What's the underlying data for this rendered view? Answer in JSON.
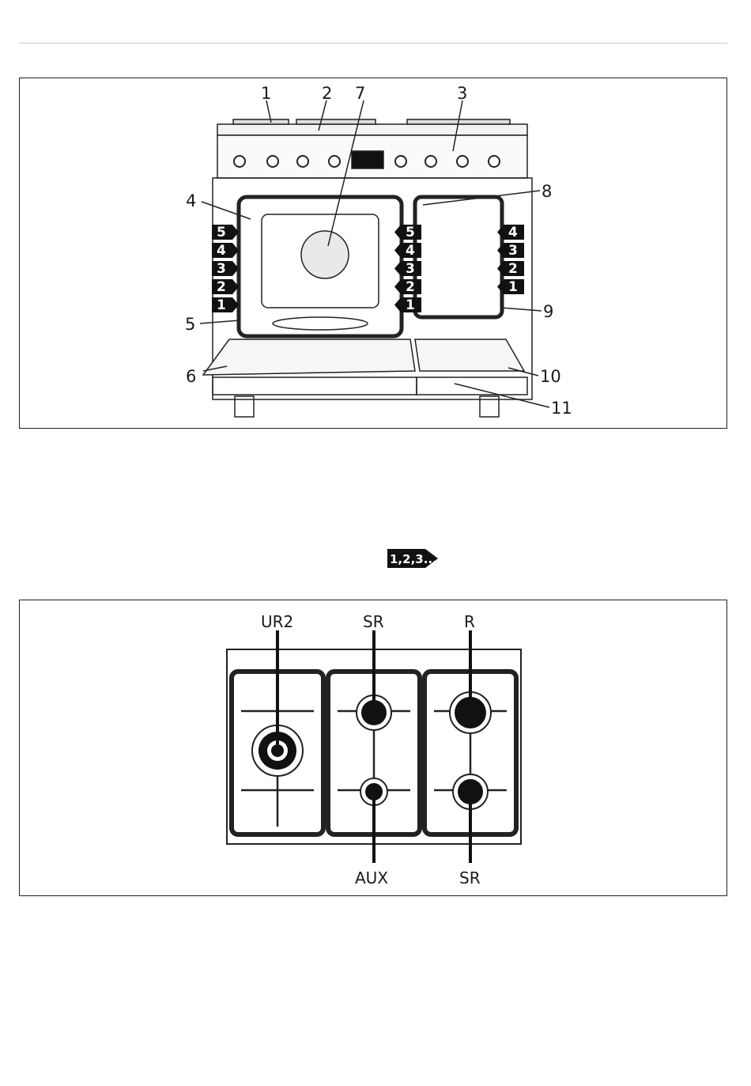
{
  "figure1": {
    "callouts": [
      "1",
      "2",
      "3",
      "4",
      "5",
      "6",
      "7",
      "8",
      "9",
      "10",
      "11"
    ],
    "left_shelf_levels": [
      "5",
      "4",
      "3",
      "2",
      "1"
    ],
    "center_shelf_levels": [
      "5",
      "4",
      "3",
      "2",
      "1"
    ],
    "right_shelf_levels": [
      "4",
      "3",
      "2",
      "1"
    ]
  },
  "reference_badge": "1,2,3...",
  "figure2": {
    "burners_top": [
      "UR2",
      "SR",
      "R"
    ],
    "burners_bottom": [
      "AUX",
      "SR"
    ]
  }
}
